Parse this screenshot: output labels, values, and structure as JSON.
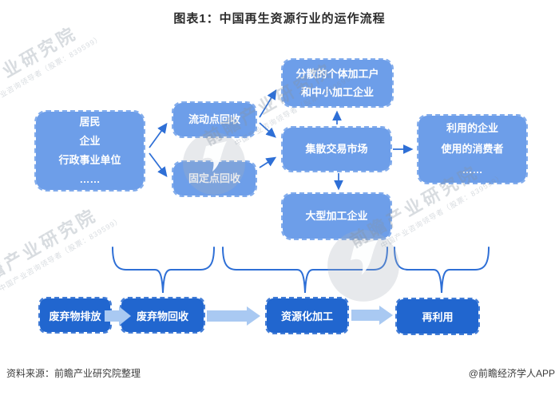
{
  "title": "图表1：中国再生资源行业的运作流程",
  "colors": {
    "box_light": "#6d9ee9",
    "box_dark": "#2166cf",
    "connector_blue": "#2e6fd6",
    "block_arrow": "#a9c9f2",
    "watermark_gray": "#8791a0"
  },
  "flowchart": {
    "source_box": {
      "lines": [
        "居民",
        "企业",
        "行政事业单位",
        "……"
      ]
    },
    "mobile_box": {
      "label": "流动点回收"
    },
    "fixed_box": {
      "label": "固定点回收"
    },
    "dispersed_box": {
      "lines": [
        "分散的个体加工户",
        "和中小加工企业"
      ]
    },
    "market_box": {
      "label": "集散交易市场"
    },
    "large_box": {
      "label": "大型加工企业"
    },
    "users_box": {
      "lines": [
        "利用的企业",
        "使用的消费者",
        "……"
      ]
    }
  },
  "stages": [
    {
      "label": "废弃物排放"
    },
    {
      "label": "废弃物回收"
    },
    {
      "label": "资源化加工"
    },
    {
      "label": "再利用"
    }
  ],
  "watermark": {
    "main": "前瞻产业研究院",
    "sub": "中国产业咨询领导者（股票：839599）"
  },
  "footer": {
    "source": "资料来源：前瞻产业研究院整理",
    "credit": "@前瞻经济学人APP"
  }
}
